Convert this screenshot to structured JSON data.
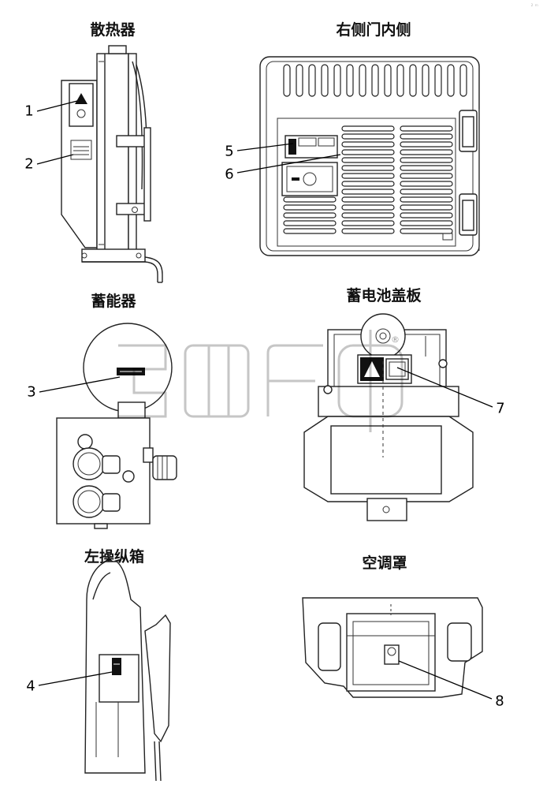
{
  "titles": {
    "radiator": "散热器",
    "right_door_inner": "右侧门内侧",
    "accumulator": "蓄能器",
    "battery_cover": "蓄电池盖板",
    "left_control_box": "左操纵箱",
    "ac_cover": "空调罩"
  },
  "callouts": [
    "1",
    "2",
    "3",
    "4",
    "5",
    "6",
    "7",
    "8"
  ],
  "watermark": {
    "mark": "®"
  },
  "corner_mark": "₂ ₘ"
}
